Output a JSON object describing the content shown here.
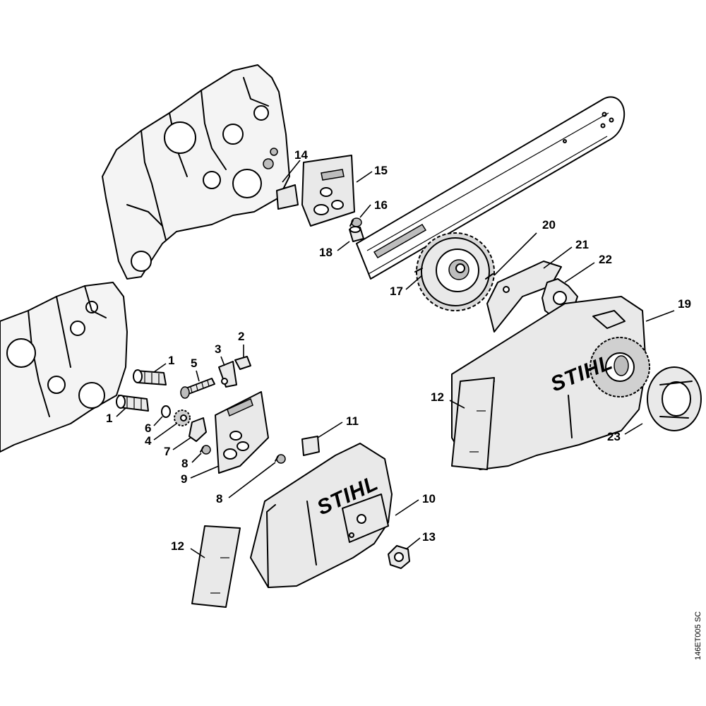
{
  "callouts": [
    {
      "id": "c1a",
      "label": "1"
    },
    {
      "id": "c1b",
      "label": "1"
    },
    {
      "id": "c2",
      "label": "2"
    },
    {
      "id": "c3",
      "label": "3"
    },
    {
      "id": "c4",
      "label": "4"
    },
    {
      "id": "c5",
      "label": "5"
    },
    {
      "id": "c6",
      "label": "6"
    },
    {
      "id": "c7",
      "label": "7"
    },
    {
      "id": "c8a",
      "label": "8"
    },
    {
      "id": "c8b",
      "label": "8"
    },
    {
      "id": "c9",
      "label": "9"
    },
    {
      "id": "c10",
      "label": "10"
    },
    {
      "id": "c11",
      "label": "11"
    },
    {
      "id": "c12a",
      "label": "12"
    },
    {
      "id": "c12b",
      "label": "12"
    },
    {
      "id": "c13",
      "label": "13"
    },
    {
      "id": "c14",
      "label": "14"
    },
    {
      "id": "c15",
      "label": "15"
    },
    {
      "id": "c16",
      "label": "16"
    },
    {
      "id": "c17",
      "label": "17"
    },
    {
      "id": "c18",
      "label": "18"
    },
    {
      "id": "c19",
      "label": "19"
    },
    {
      "id": "c20",
      "label": "20"
    },
    {
      "id": "c21",
      "label": "21"
    },
    {
      "id": "c22",
      "label": "22"
    },
    {
      "id": "c23",
      "label": "23"
    }
  ],
  "brand": {
    "cover_left": "STIHL",
    "cover_right": "STIHL"
  },
  "drawing_code": "146ET005 SC"
}
